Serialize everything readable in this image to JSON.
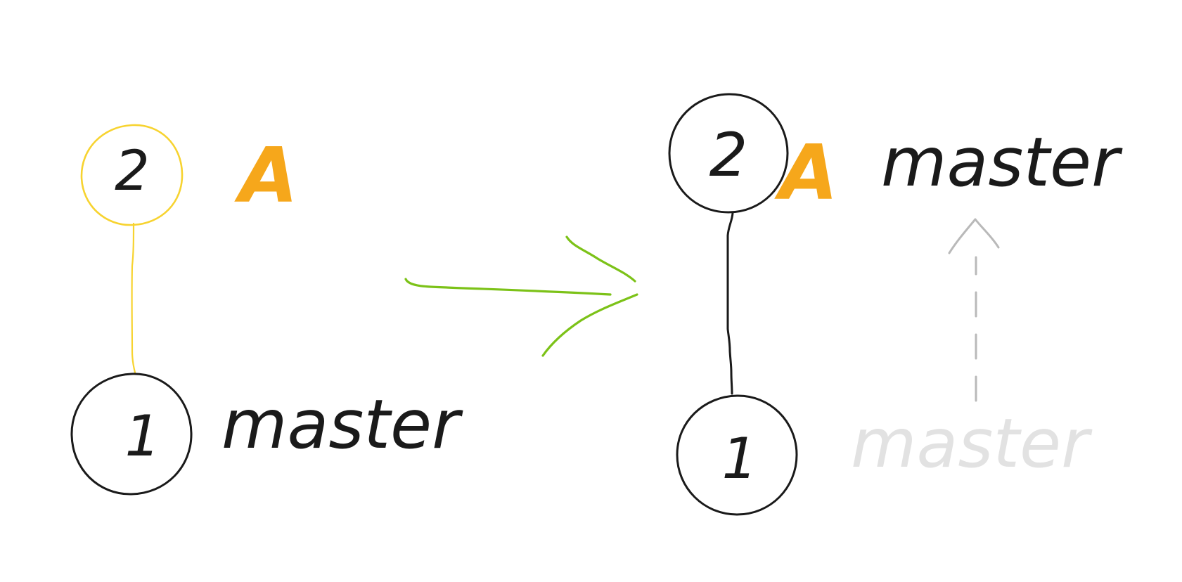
{
  "colors": {
    "background": "#ffffff",
    "ink": "#1a1a1a",
    "commit_highlight": "#f7d330",
    "branch_label": "#f6a71b",
    "arrow": "#7cc218",
    "moved_arrow": "#b9b9b9",
    "faded_label": "#e2e2e2"
  },
  "icons": {
    "transition": "arrow-right-icon",
    "pointer_move": "dashed-arrow-up-icon"
  },
  "before": {
    "commit_top": "2",
    "commit_bottom": "1",
    "branch_a": "A",
    "master_label": "master"
  },
  "after": {
    "commit_top": "2",
    "commit_bottom": "1",
    "branch_a": "A",
    "master_label": "master",
    "old_master_label": "master"
  }
}
